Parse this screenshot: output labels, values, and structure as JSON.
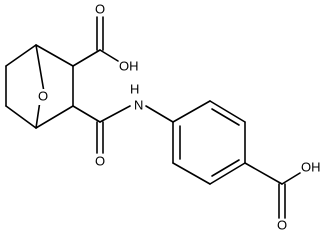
{
  "structure": {
    "atom_labels": {
      "bridge_oxygen": "O",
      "acid1_oxygen_double": "O",
      "acid1_hydroxyl": "OH",
      "amide_nitrogen": "H\nN",
      "amide_nitrogen_H": "H",
      "amide_nitrogen_N": "N",
      "amide_oxygen": "O",
      "acid2_hydroxyl": "OH",
      "acid2_oxygen_double": "O"
    }
  }
}
